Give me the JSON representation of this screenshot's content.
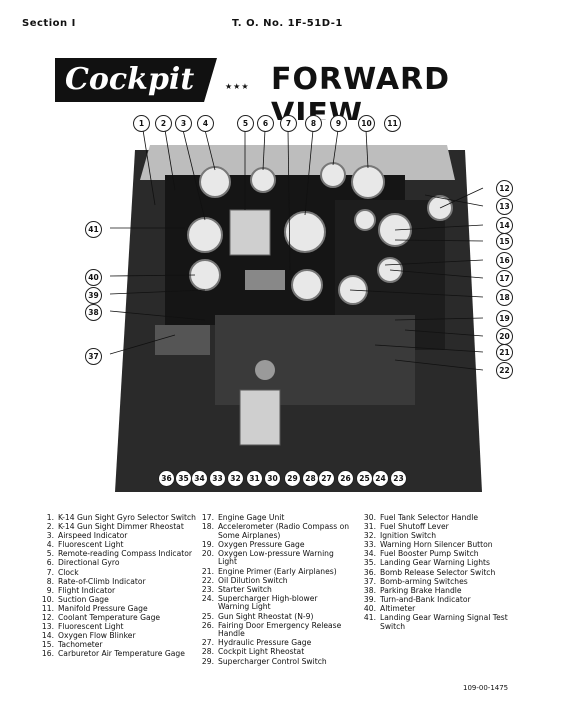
{
  "header": {
    "section": "Section I",
    "to_number": "T. O. No. 1F-51D-1"
  },
  "title": {
    "script": "Cockpit",
    "stars": "★★★",
    "main": "FORWARD VIEW"
  },
  "callouts": [
    "1",
    "2",
    "3",
    "4",
    "5",
    "6",
    "7",
    "8",
    "9",
    "10",
    "11",
    "12",
    "13",
    "14",
    "15",
    "16",
    "17",
    "18",
    "19",
    "20",
    "21",
    "22",
    "23",
    "24",
    "25",
    "26",
    "27",
    "28",
    "29",
    "30",
    "31",
    "32",
    "33",
    "34",
    "35",
    "36",
    "37",
    "38",
    "39",
    "40",
    "41"
  ],
  "legend": {
    "col1": [
      {
        "num": "1.",
        "text": "K-14 Gun Sight Gyro Selector Switch"
      },
      {
        "num": "2.",
        "text": "K-14 Gun Sight Dimmer Rheostat"
      },
      {
        "num": "3.",
        "text": "Airspeed Indicator"
      },
      {
        "num": "4.",
        "text": "Fluorescent Light"
      },
      {
        "num": "5.",
        "text": "Remote-reading Compass Indicator"
      },
      {
        "num": "6.",
        "text": "Directional Gyro"
      },
      {
        "num": "7.",
        "text": "Clock"
      },
      {
        "num": "8.",
        "text": "Rate-of-Climb Indicator"
      },
      {
        "num": "9.",
        "text": "Flight Indicator"
      },
      {
        "num": "10.",
        "text": "Suction Gage"
      },
      {
        "num": "11.",
        "text": "Manifold Pressure Gage"
      },
      {
        "num": "12.",
        "text": "Coolant Temperature Gage"
      },
      {
        "num": "13.",
        "text": "Fluorescent Light"
      },
      {
        "num": "14.",
        "text": "Oxygen Flow Blinker"
      },
      {
        "num": "15.",
        "text": "Tachometer"
      },
      {
        "num": "16.",
        "text": "Carburetor Air Temperature Gage"
      }
    ],
    "col2": [
      {
        "num": "17.",
        "text": "Engine Gage Unit"
      },
      {
        "num": "18.",
        "text": "Accelerometer (Radio Compass on Some Airplanes)"
      },
      {
        "num": "19.",
        "text": "Oxygen Pressure Gage"
      },
      {
        "num": "20.",
        "text": "Oxygen Low-pressure Warning Light"
      },
      {
        "num": "21.",
        "text": "Engine Primer (Early Airplanes)"
      },
      {
        "num": "22.",
        "text": "Oil Dilution Switch"
      },
      {
        "num": "23.",
        "text": "Starter Switch"
      },
      {
        "num": "24.",
        "text": "Supercharger High-blower Warning Light"
      },
      {
        "num": "25.",
        "text": "Gun Sight Rheostat (N-9)"
      },
      {
        "num": "26.",
        "text": "Fairing Door Emergency Release Handle"
      },
      {
        "num": "27.",
        "text": "Hydraulic Pressure Gage"
      },
      {
        "num": "28.",
        "text": "Cockpit Light Rheostat"
      },
      {
        "num": "29.",
        "text": "Supercharger Control Switch"
      }
    ],
    "col3": [
      {
        "num": "30.",
        "text": "Fuel Tank Selector Handle"
      },
      {
        "num": "31.",
        "text": "Fuel Shutoff Lever"
      },
      {
        "num": "32.",
        "text": "Ignition Switch"
      },
      {
        "num": "33.",
        "text": "Warning Horn Silencer Button"
      },
      {
        "num": "34.",
        "text": "Fuel Booster Pump Switch"
      },
      {
        "num": "35.",
        "text": "Landing Gear Warning Lights"
      },
      {
        "num": "36.",
        "text": "Bomb Release Selector Switch"
      },
      {
        "num": "37.",
        "text": "Bomb-arming Switches"
      },
      {
        "num": "38.",
        "text": "Parking Brake Handle"
      },
      {
        "num": "39.",
        "text": "Turn-and-Bank Indicator"
      },
      {
        "num": "40.",
        "text": "Altimeter"
      },
      {
        "num": "41.",
        "text": "Landing Gear Warning Signal Test Switch"
      }
    ]
  },
  "doc_number": "109-00-1475"
}
